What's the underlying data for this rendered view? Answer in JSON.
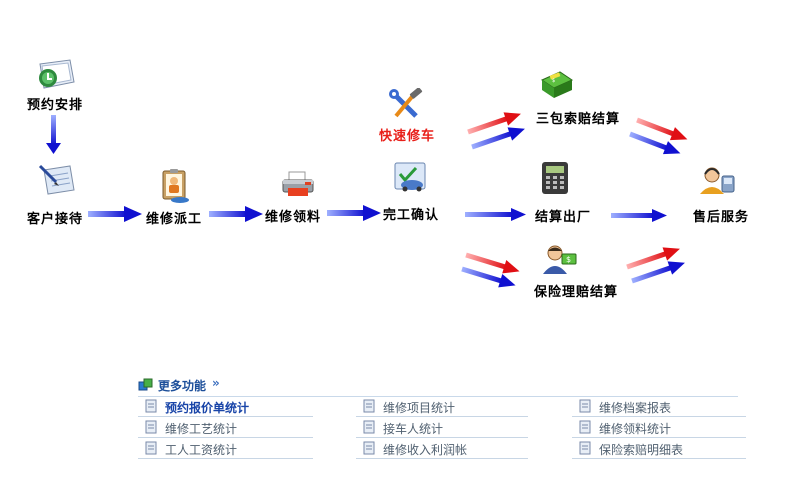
{
  "nodes": {
    "appointment": "预约安排",
    "reception": "客户接待",
    "dispatch": "维修派工",
    "material": "维修领料",
    "completion": "完工确认",
    "quick_repair": "快速修车",
    "warranty_settle": "三包索赔结算",
    "settle_exit": "结算出厂",
    "insurance_settle": "保险理赔结算",
    "after_sales": "售后服务"
  },
  "more": {
    "title": "更多功能",
    "arrow": "»",
    "links": [
      [
        "预约报价单统计",
        "维修项目统计",
        "维修档案报表"
      ],
      [
        "维修工艺统计",
        "接车人统计",
        "维修领料统计"
      ],
      [
        "工人工资统计",
        "维修收入利润帐",
        "保险索赔明细表"
      ]
    ]
  },
  "colors": {
    "flow_blue": "#1416d6",
    "flow_red": "#e8141e",
    "quick_label": "#e8201a"
  }
}
